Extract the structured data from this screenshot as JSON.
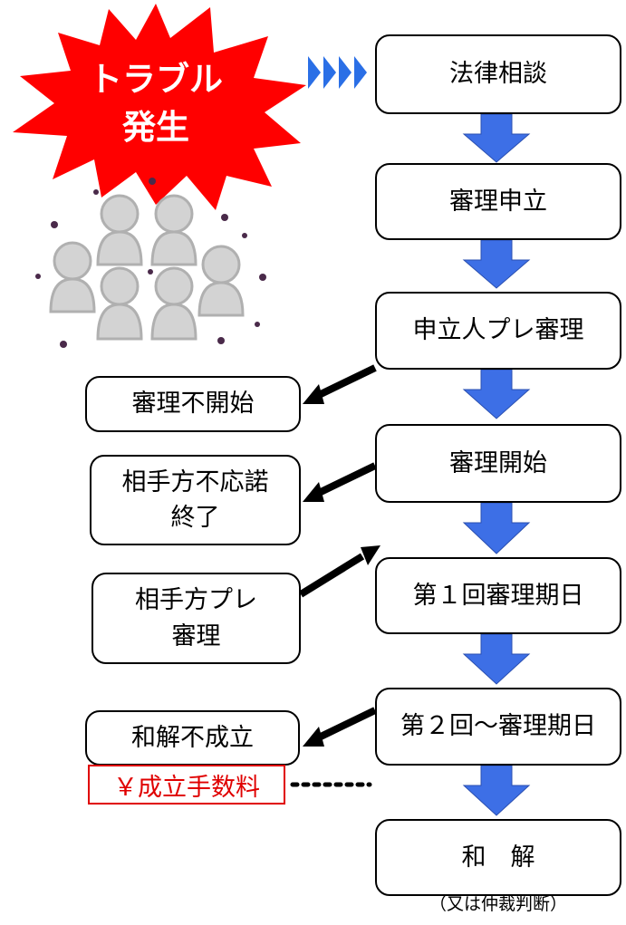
{
  "trouble": {
    "line1": "トラブル",
    "line2": "発生"
  },
  "flow": {
    "consult": "法律相談",
    "filing": "審理申立",
    "pre_claimant": "申立人プレ審理",
    "start": "審理開始",
    "first_hearing": "第１回審理期日",
    "second_hearing": "第２回～審理期日",
    "settlement": "和　解"
  },
  "side": {
    "no_start": "審理不開始",
    "no_consent_l1": "相手方不応諾",
    "no_consent_l2": "終了",
    "pre_respondent_l1": "相手方プレ",
    "pre_respondent_l2": "審理",
    "no_settlement": "和解不成立"
  },
  "fee": "￥成立手数料",
  "note": "（又は仲裁判断）",
  "colors": {
    "burst": "#ff0000",
    "flow_arrow": "#3d6fe6",
    "fee": "#e00000",
    "chevrons": "#2a6fe6"
  }
}
